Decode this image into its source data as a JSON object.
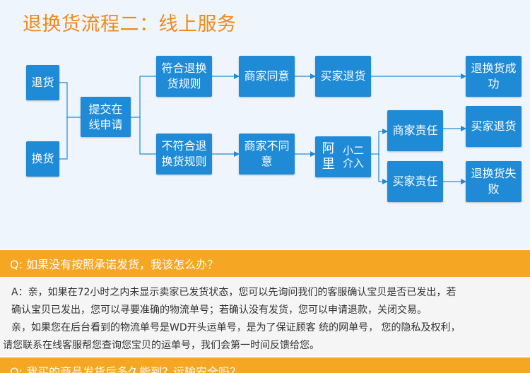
{
  "title": "退换货流程二：线上服务",
  "colors": {
    "node": "#1f8ad6",
    "title": "#f08a19",
    "question_bar": "#f5a623",
    "background": "#eff5fc"
  },
  "nodes": {
    "return": "退货",
    "exchange": "换货",
    "submit": "提交在线申请",
    "compliant": "符合退换货规则",
    "non_compliant": "不符合退换货规则",
    "merchant_agree": "商家同意",
    "merchant_disagree": "商家不同意",
    "buyer_return_1": "买家退货",
    "ali_big": "阿里",
    "ali_small": "小二介入",
    "merchant_responsible": "商家责任",
    "buyer_responsible": "买家责任",
    "buyer_return_2": "买家退货",
    "success": "退换货成功",
    "fail": "退换货失败"
  },
  "faq": {
    "q1": "Q: 如果没有按照承诺发货，我该怎么办？",
    "a1_line1": "A：亲，如果在72小时之内未显示卖家已发货状态，您可以先询问我们的客服确认宝贝是否已发出，若",
    "a1_line2": "确认宝贝已发出，您可以寻要准确的物流单号；若确认没有发货，您可以申请退款，关闭交易。",
    "a1_line3": "亲，如果您在后台看到的物流单号是WD开头运单号，是为了保证顾客    统的网单号，  您的隐私及权利，",
    "a1_line4": "请您联系在线客服帮您查询您宝贝的运单号，我们会第一时间反馈给您。",
    "q2": "Q: 我买的商品发货后多久能到？运输安全吗？"
  }
}
